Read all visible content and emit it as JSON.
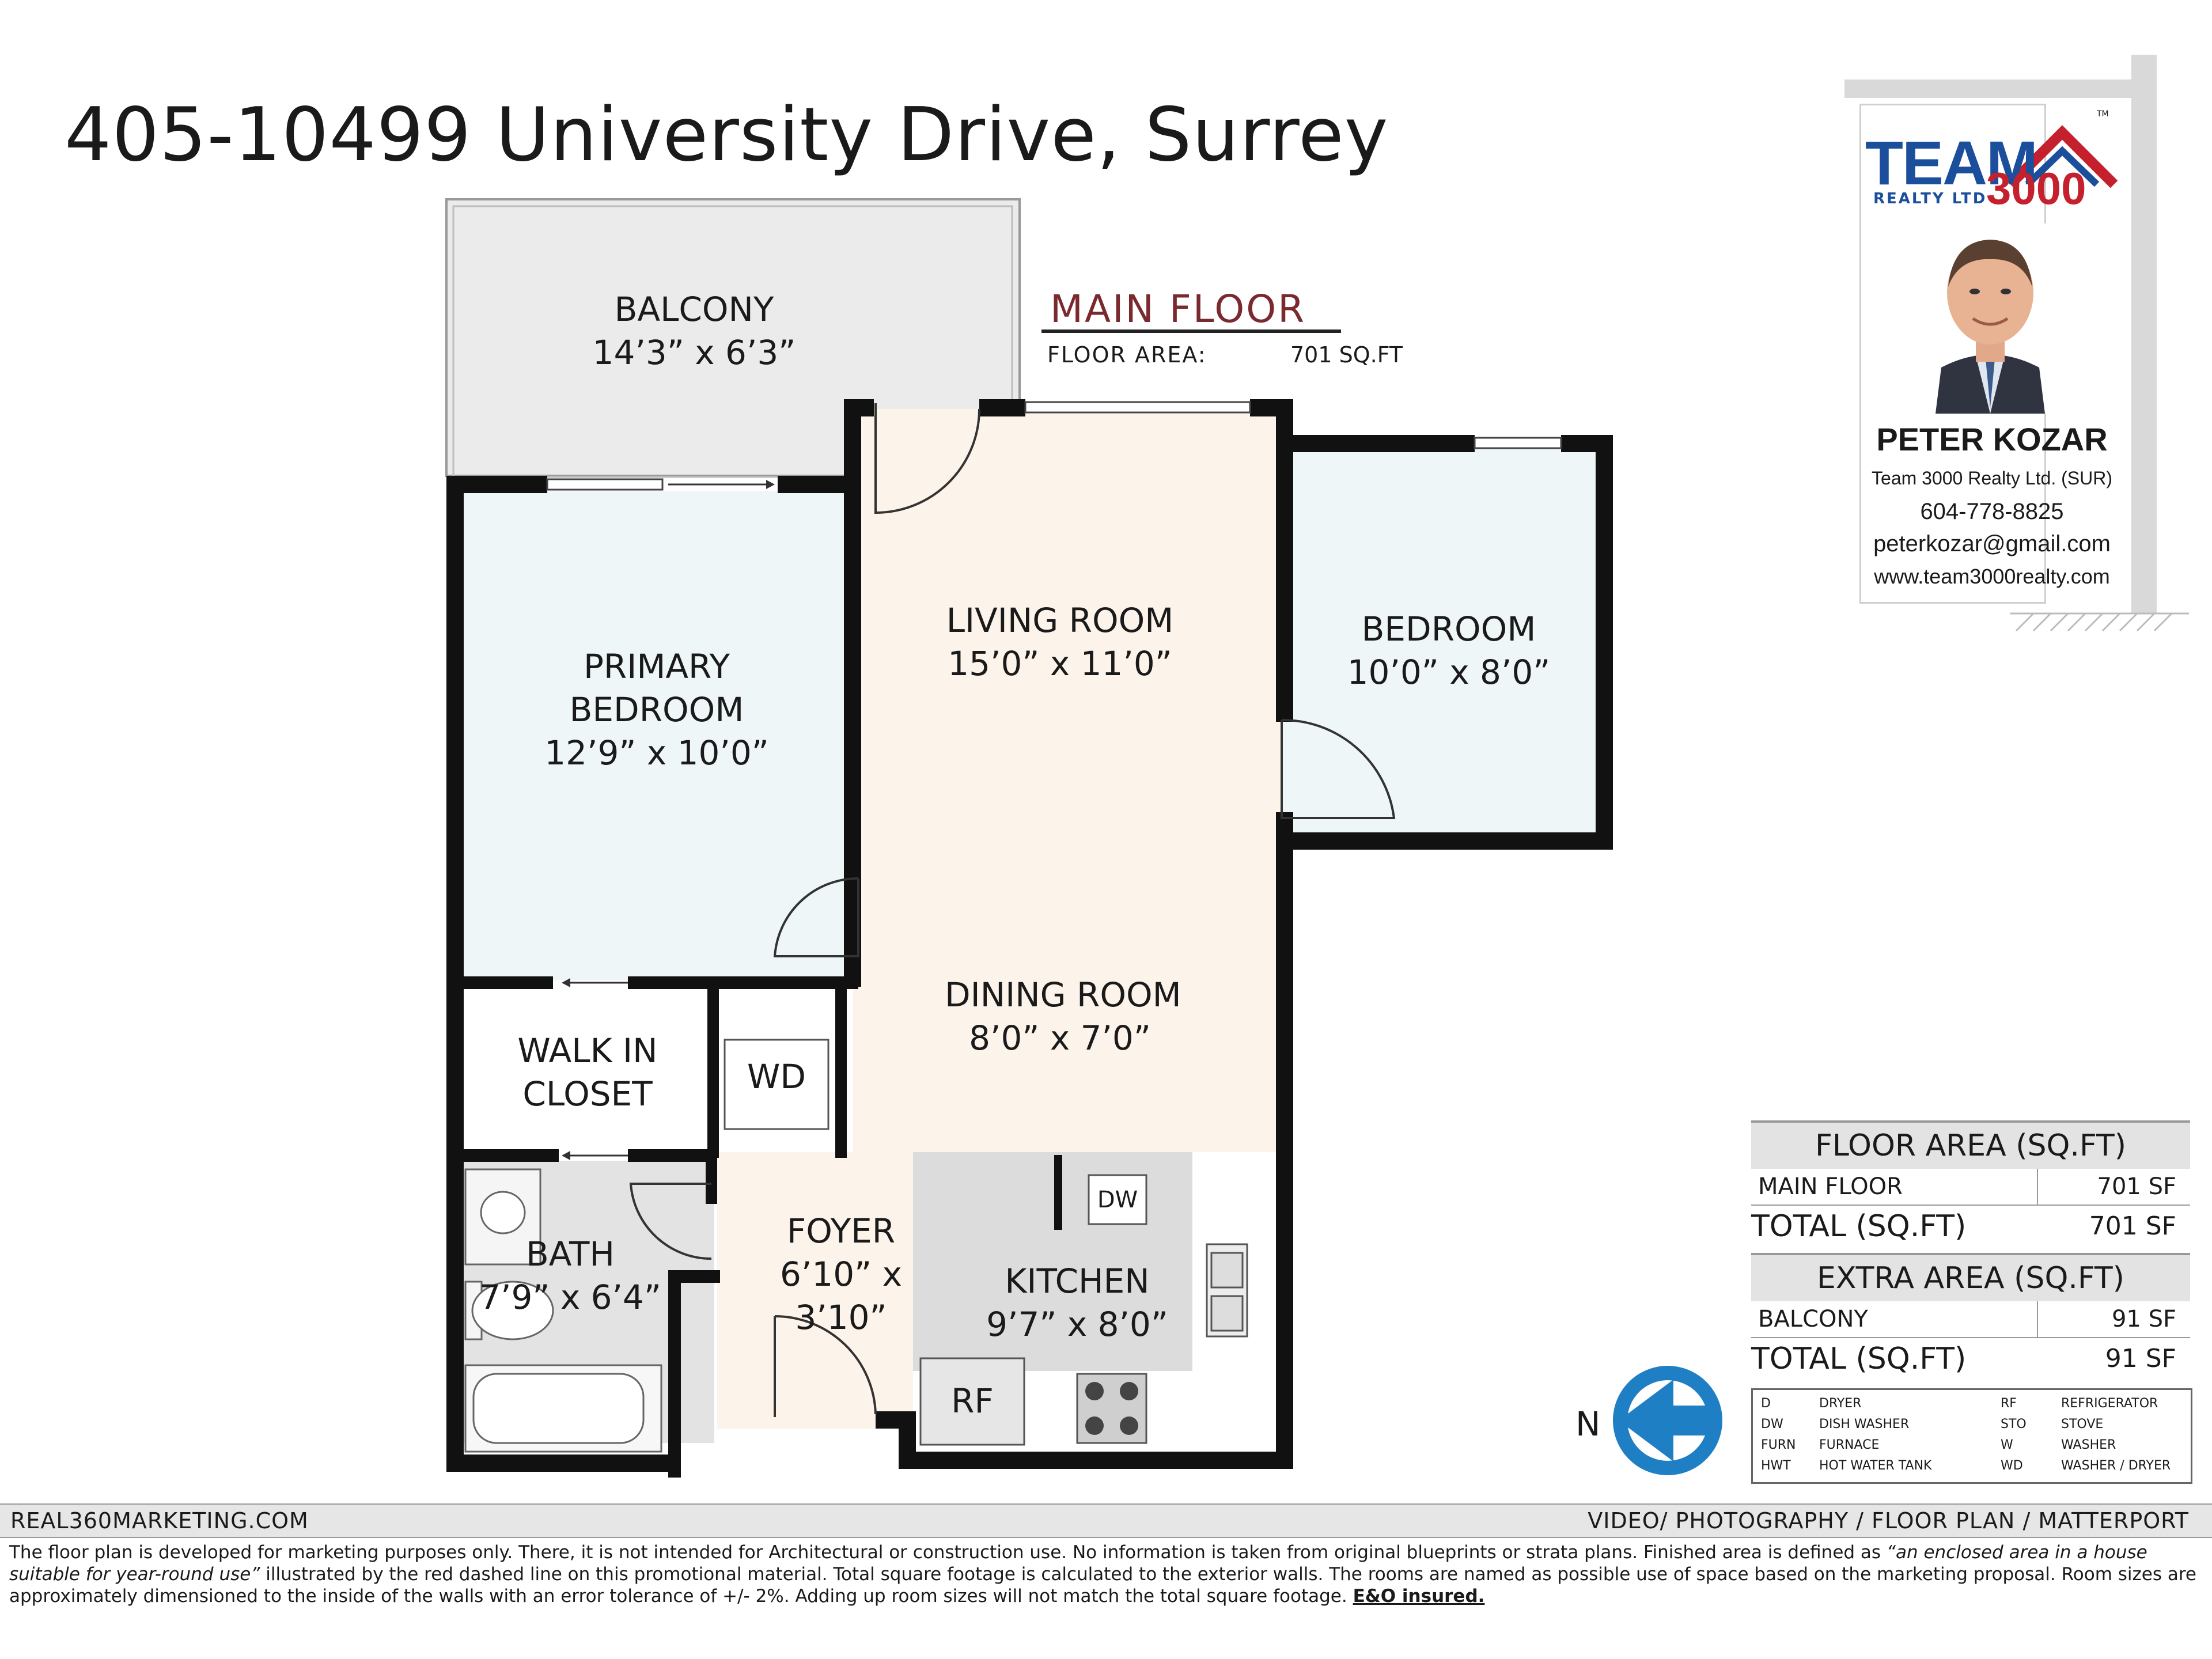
{
  "title": "405-10499 University Drive, Surrey",
  "main_floor": {
    "heading": "MAIN FLOOR",
    "area_label": "FLOOR AREA:",
    "area_value": "701 SQ.FT"
  },
  "rooms": {
    "balcony": {
      "name": "BALCONY",
      "size": "14’3” x 6’3”"
    },
    "primary_bedroom": {
      "name1": "PRIMARY",
      "name2": "BEDROOM",
      "size": "12’9” x 10’0”"
    },
    "living_room": {
      "name": "LIVING ROOM",
      "size": "15’0” x 11’0”"
    },
    "bedroom": {
      "name": "BEDROOM",
      "size": "10’0” x 8’0”"
    },
    "dining_room": {
      "name": "DINING ROOM",
      "size": "8’0” x 7’0”"
    },
    "walk_in_closet": {
      "name1": "WALK IN",
      "name2": "CLOSET"
    },
    "bath": {
      "name": "BATH",
      "size": "7’9” x 6’4”"
    },
    "foyer": {
      "name": "FOYER",
      "size1": "6’10” x",
      "size2": "3’10”"
    },
    "kitchen": {
      "name": "KITCHEN",
      "size": "9’7” x 8’0”"
    },
    "fixtures": {
      "wd": "WD",
      "dw": "DW",
      "rf": "RF"
    }
  },
  "realtor": {
    "logo_team": "TEAM",
    "logo_number": "3000",
    "logo_sub": "REALTY LTD",
    "logo_tm": "TM",
    "name": "PETER KOZAR",
    "company": "Team 3000 Realty Ltd. (SUR)",
    "phone": "604-778-8825",
    "email": "peterkozar@gmail.com",
    "website": "www.team3000realty.com"
  },
  "floor_area_table": {
    "header": "FLOOR AREA (SQ.FT)",
    "rows": [
      {
        "label": "MAIN FLOOR",
        "value": "701 SF"
      }
    ],
    "total_label": "TOTAL (SQ.FT)",
    "total_value": "701 SF"
  },
  "extra_area_table": {
    "header": "EXTRA AREA (SQ.FT)",
    "rows": [
      {
        "label": "BALCONY",
        "value": "91 SF"
      }
    ],
    "total_label": "TOTAL (SQ.FT)",
    "total_value": "91 SF"
  },
  "legend": [
    {
      "abbr": "D",
      "meaning": "DRYER",
      "abbr2": "RF",
      "meaning2": "REFRIGERATOR"
    },
    {
      "abbr": "DW",
      "meaning": "DISH WASHER",
      "abbr2": "STO",
      "meaning2": "STOVE"
    },
    {
      "abbr": "FURN",
      "meaning": "FURNACE",
      "abbr2": "W",
      "meaning2": "WASHER"
    },
    {
      "abbr": "HWT",
      "meaning": "HOT WATER TANK",
      "abbr2": "WD",
      "meaning2": "WASHER / DRYER"
    }
  ],
  "north_label": "N",
  "colors": {
    "bedroom_fill": "#eef6f8",
    "living_fill": "#fcf3ea",
    "gray_fill": "#e2e2e2",
    "wall": "#111111",
    "brand_blue": "#1b4f9c",
    "brand_red": "#c4202e",
    "compass_blue": "#1f7fc4",
    "heading_red": "#7a2a2e"
  },
  "footer": {
    "left": "REAL360MARKETING.COM",
    "right": "VIDEO/ PHOTOGRAPHY / FLOOR PLAN / MATTERPORT",
    "disclaimer_1": "The floor plan is developed for marketing purposes only. There, it is not intended for Architectural or construction use. No information is  taken from original blueprints or strata plans. Finished area is defined as ",
    "disclaimer_quote": "“an enclosed area in a house suitable for year-round use”",
    "disclaimer_2": " illustrated by the red dashed line on this promotional material. Total square footage is calculated to the exterior walls. The rooms are named as possible use of space based on the marketing proposal. Room sizes are approximately dimensioned to the inside of the walls with an error tolerance of +/- 2%. Adding up room sizes will not match the total square footage. ",
    "disclaimer_eo": "E&O insured."
  }
}
